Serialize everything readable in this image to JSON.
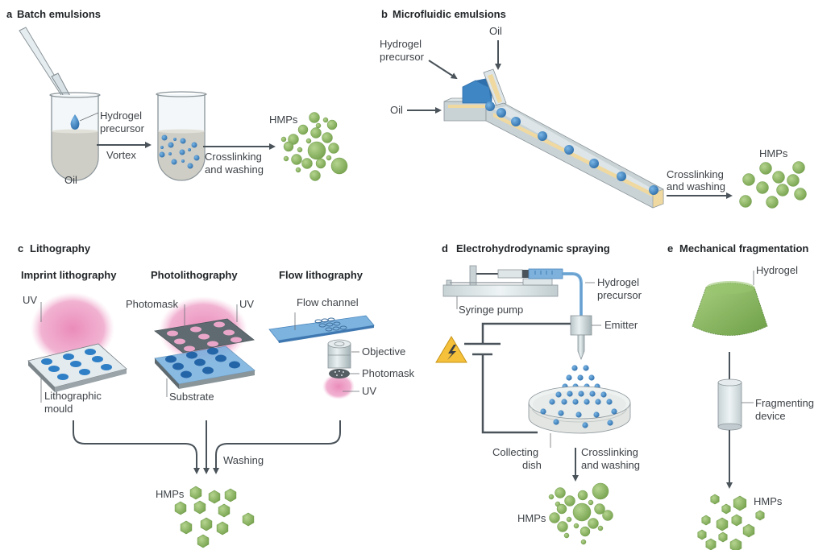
{
  "panels": {
    "a": {
      "letter": "a",
      "title": "Batch emulsions",
      "labels": {
        "hydrogel_line1": "Hydrogel",
        "hydrogel_line2": "precursor",
        "oil": "Oil",
        "vortex": "Vortex",
        "crosslink_line1": "Crosslinking",
        "crosslink_line2": "and washing",
        "hmps": "HMPs"
      }
    },
    "b": {
      "letter": "b",
      "title": "Microfluidic emulsions",
      "labels": {
        "oil_top": "Oil",
        "hydrogel_line1": "Hydrogel",
        "hydrogel_line2": "precursor",
        "oil_left": "Oil",
        "crosslink_line1": "Crosslinking",
        "crosslink_line2": "and washing",
        "hmps": "HMPs"
      }
    },
    "c": {
      "letter": "c",
      "title": "Lithography",
      "subpanels": {
        "imprint": {
          "title": "Imprint lithography",
          "uv": "UV",
          "mould_line1": "Lithographic",
          "mould_line2": "mould"
        },
        "photo": {
          "title": "Photolithography",
          "photomask": "Photomask",
          "uv": "UV",
          "substrate": "Substrate"
        },
        "flow": {
          "title": "Flow lithography",
          "flow_channel": "Flow channel",
          "objective": "Objective",
          "photomask": "Photomask",
          "uv": "UV"
        }
      },
      "washing": "Washing",
      "hmps": "HMPs"
    },
    "d": {
      "letter": "d",
      "title": "Electrohydrodynamic spraying",
      "labels": {
        "syringe_pump": "Syringe pump",
        "hydrogel_line1": "Hydrogel",
        "hydrogel_line2": "precursor",
        "emitter": "Emitter",
        "dish_line1": "Collecting",
        "dish_line2": "dish",
        "crosslink_line1": "Crosslinking",
        "crosslink_line2": "and washing",
        "hmps": "HMPs"
      },
      "icons": [
        "high-voltage-warning-icon"
      ]
    },
    "e": {
      "letter": "e",
      "title": "Mechanical fragmentation",
      "labels": {
        "hydrogel": "Hydrogel",
        "device_line1": "Fragmenting",
        "device_line2": "device",
        "hmps": "HMPs"
      }
    }
  },
  "colors": {
    "hmp_green": "#8fb866",
    "droplet_blue": "#3f86c4",
    "uv_pink": "#e78cb8",
    "oil_grey": "#cfcec6",
    "channel_yellow": "#f0d9a0",
    "arrow": "#4a535a"
  }
}
